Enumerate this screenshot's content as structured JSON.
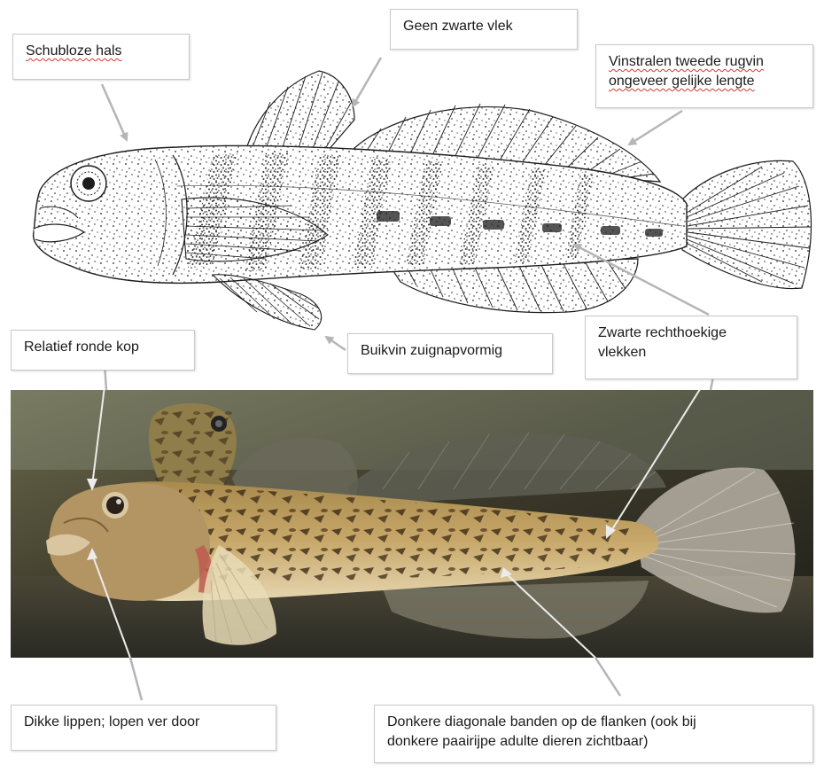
{
  "labels": {
    "schubloze": "Schubloze hals",
    "geen_vlek": "Geen zwarte vlek",
    "vinstralen_1": "Vinstralen tweede rugvin",
    "vinstralen_2": "ongeveer gelijke lengte",
    "ronde_kop": "Relatief ronde kop",
    "buikvin": "Buikvin zuignapvormig",
    "rechthoekige_1": "Zwarte rechthoekige",
    "rechthoekige_2": "vlekken",
    "lippen": "Dikke lippen; lopen ver door",
    "banden_1": "Donkere diagonale banden op de flanken (ook bij",
    "banden_2": "donkere paairijpe adulte dieren zichtbaar)"
  },
  "colors": {
    "arrow": "#b5b5b5",
    "drawing_ink": "#1c1c1c",
    "spellcheck_underline": "#d43a2f"
  }
}
